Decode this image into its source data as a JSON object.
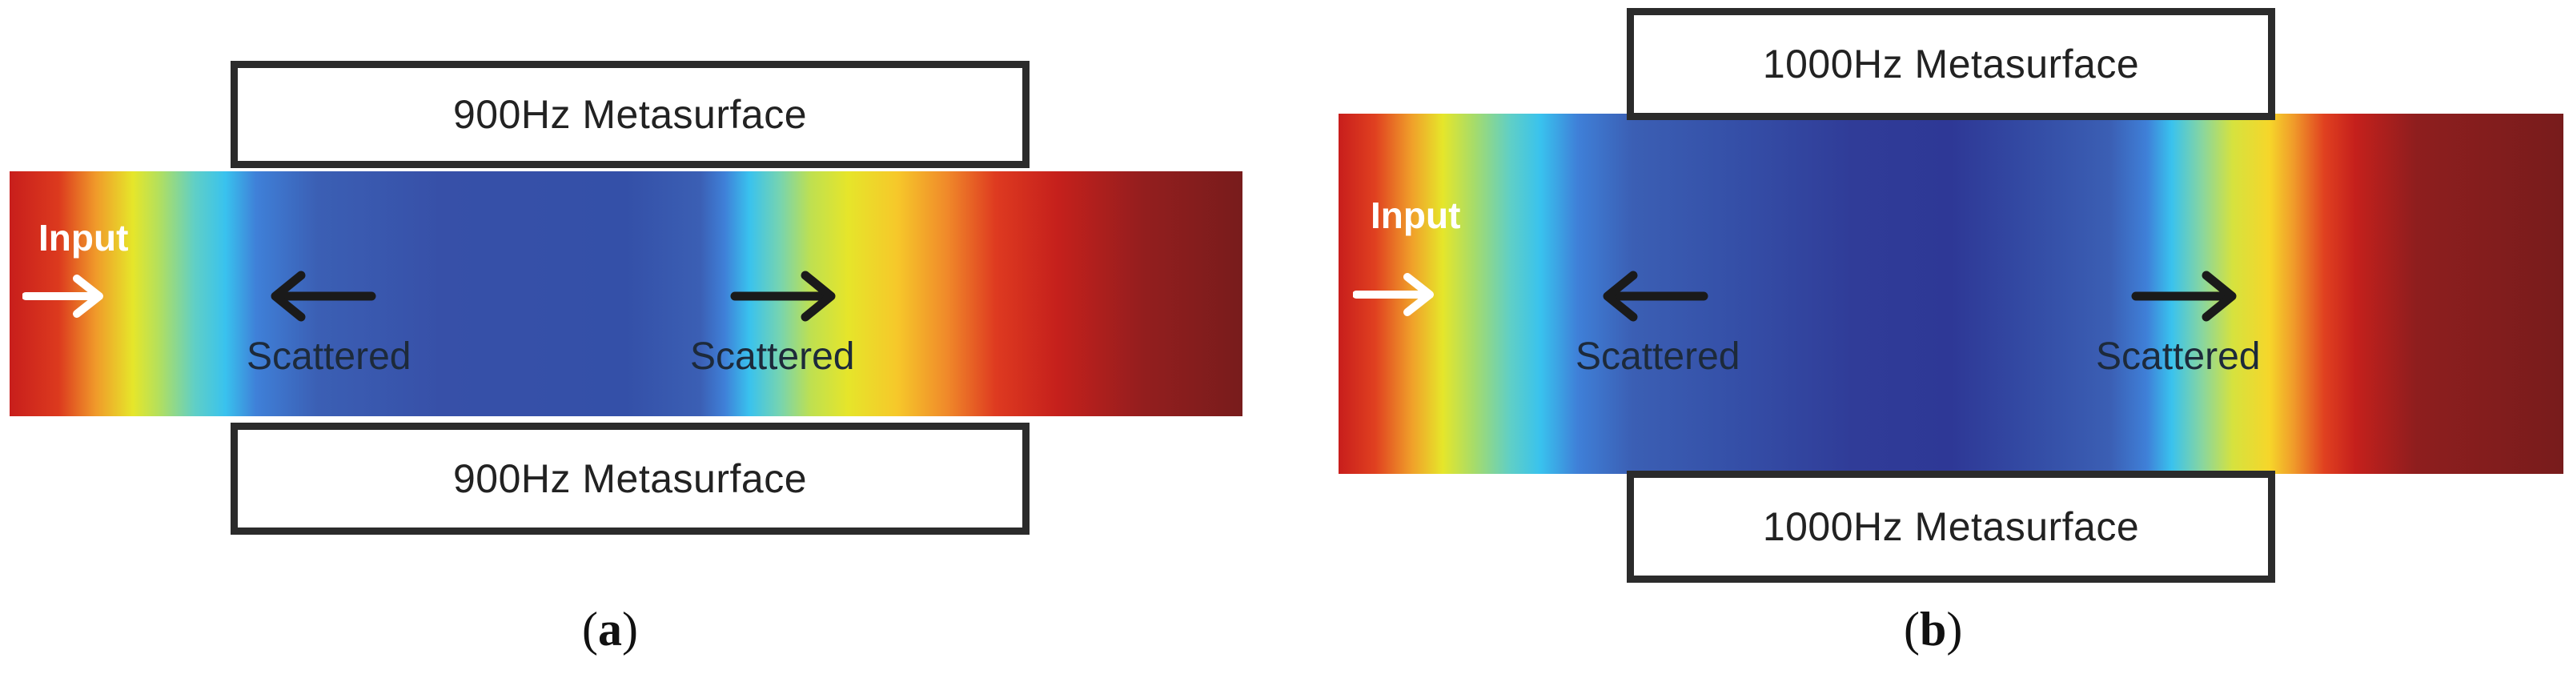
{
  "panels": [
    {
      "id": "a",
      "top_box_label": "900Hz Metasurface",
      "bottom_box_label": "900Hz Metasurface",
      "input_label": "Input",
      "scattered_left_label": "Scattered",
      "scattered_right_label": "Scattered",
      "caption_open": "(",
      "caption_letter": "a",
      "caption_close": ")"
    },
    {
      "id": "b",
      "top_box_label": "1000Hz Metasurface",
      "bottom_box_label": "1000Hz Metasurface",
      "input_label": "Input",
      "scattered_left_label": "Scattered",
      "scattered_right_label": "Scattered",
      "caption_open": "(",
      "caption_letter": "b",
      "caption_close": ")"
    }
  ],
  "icons": {
    "input_arrow": "right-arrow-icon",
    "scattered_left_arrow": "left-arrow-icon",
    "scattered_right_arrow": "right-arrow-icon"
  },
  "colors": {
    "field_high": "#c81e1c",
    "field_mid": "#e6e62a",
    "field_low": "#3450a8",
    "box_border": "#2b2b2b",
    "input_text": "#ffffff",
    "scattered_text": "#1d2a3a"
  }
}
